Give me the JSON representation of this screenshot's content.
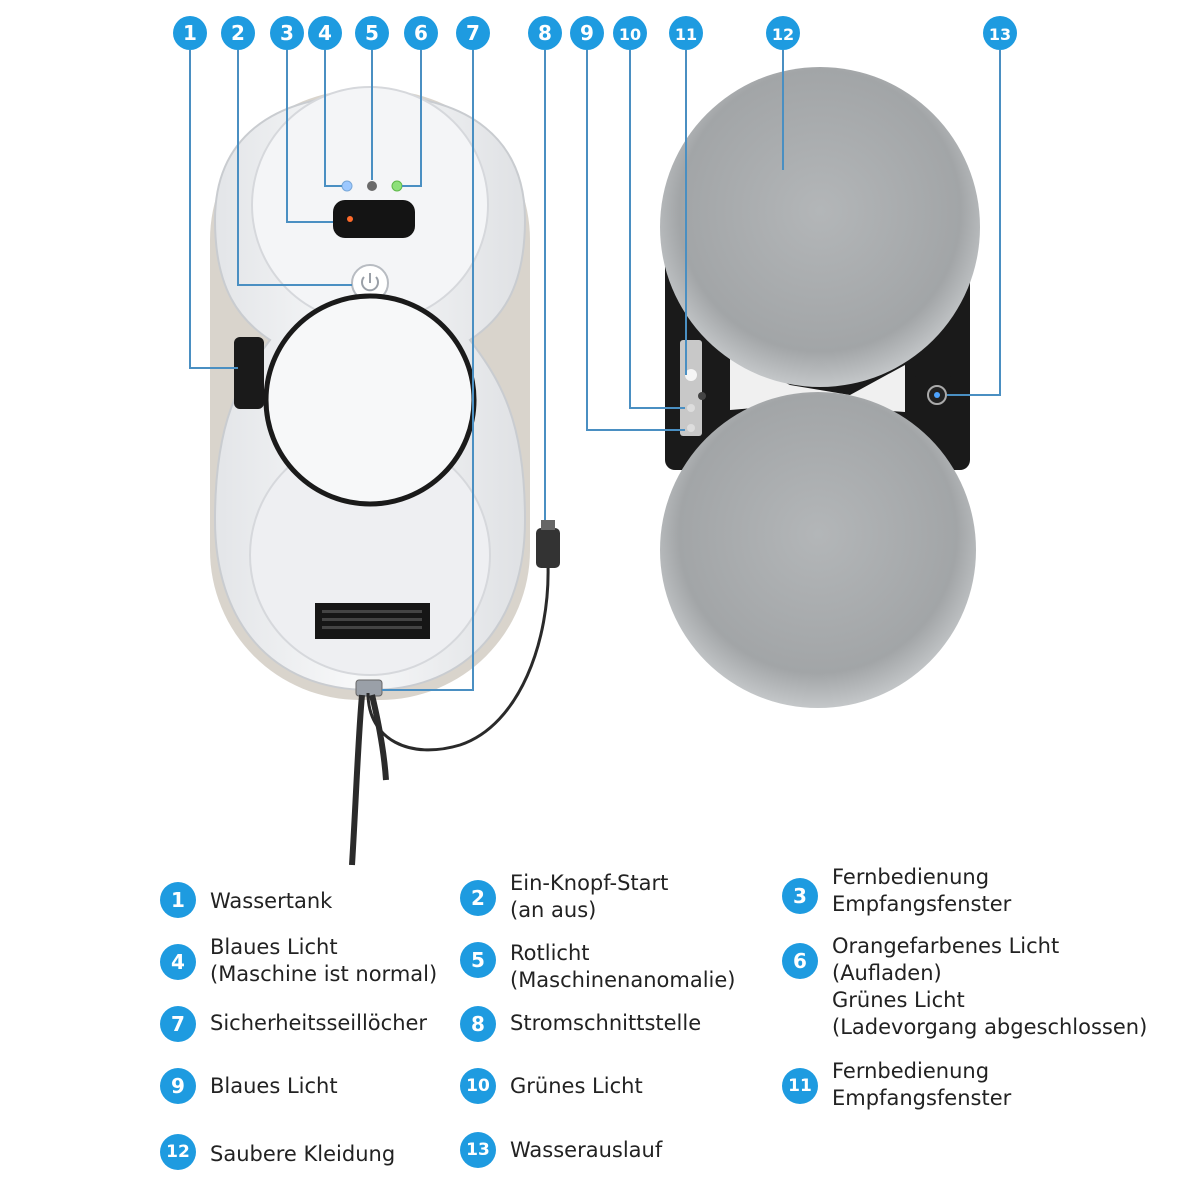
{
  "colors": {
    "badge": "#1e9be0",
    "leader_line": "#4a8fc2",
    "robot_body": "#f2f3f5",
    "pad_grey": "#a9acae",
    "frame_black": "#1a1a1a"
  },
  "callouts": [
    "1",
    "2",
    "3",
    "4",
    "5",
    "6",
    "7",
    "8",
    "9",
    "10",
    "11",
    "12",
    "13"
  ],
  "legend": [
    {
      "num": "1",
      "text": "Wassertank"
    },
    {
      "num": "2",
      "text": "Ein-Knopf-Start\n(an aus)"
    },
    {
      "num": "3",
      "text": "Fernbedienung\nEmpfangsfenster"
    },
    {
      "num": "4",
      "text": "Blaues Licht\n(Maschine ist normal)"
    },
    {
      "num": "5",
      "text": "Rotlicht\n(Maschinenanomalie)"
    },
    {
      "num": "6",
      "text": "Orangefarbenes Licht\n(Aufladen)\nGrünes Licht\n(Ladevorgang abgeschlossen)"
    },
    {
      "num": "7",
      "text": "Sicherheitsseillöcher"
    },
    {
      "num": "8",
      "text": "Stromschnittstelle"
    },
    {
      "num": "9",
      "text": "Blaues Licht"
    },
    {
      "num": "10",
      "text": "Grünes Licht"
    },
    {
      "num": "11",
      "text": "Fernbedienung\nEmpfangsfenster"
    },
    {
      "num": "12",
      "text": "Saubere Kleidung"
    },
    {
      "num": "13",
      "text": "Wasserauslauf"
    }
  ]
}
